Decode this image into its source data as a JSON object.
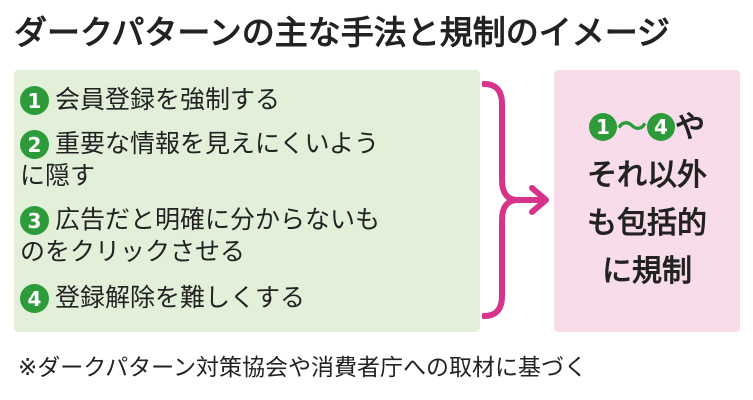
{
  "title": "ダークパターンの主な手法と規制のイメージ",
  "items": [
    {
      "num": "1",
      "lines": [
        "会員登録を強制する"
      ]
    },
    {
      "num": "2",
      "lines": [
        "重要な情報を見えにくいよう",
        "に隠す"
      ]
    },
    {
      "num": "3",
      "lines": [
        "広告だと明確に分からないも",
        "のをクリックさせる"
      ]
    },
    {
      "num": "4",
      "lines": [
        "登録解除を難しくする"
      ]
    }
  ],
  "result": {
    "range_start": "1",
    "tilde": "〜",
    "range_end": "4",
    "line1_suffix": "や",
    "line2": "それ以外",
    "line3": "も包括的",
    "line4": "に規制"
  },
  "note": "※ダークパターン対策協会や消費者庁への取材に基づく",
  "colors": {
    "left_bg": "#e2efd9",
    "right_bg": "#f8dcea",
    "number_circle": "#2e9b3a",
    "arrow": "#d6338a"
  }
}
